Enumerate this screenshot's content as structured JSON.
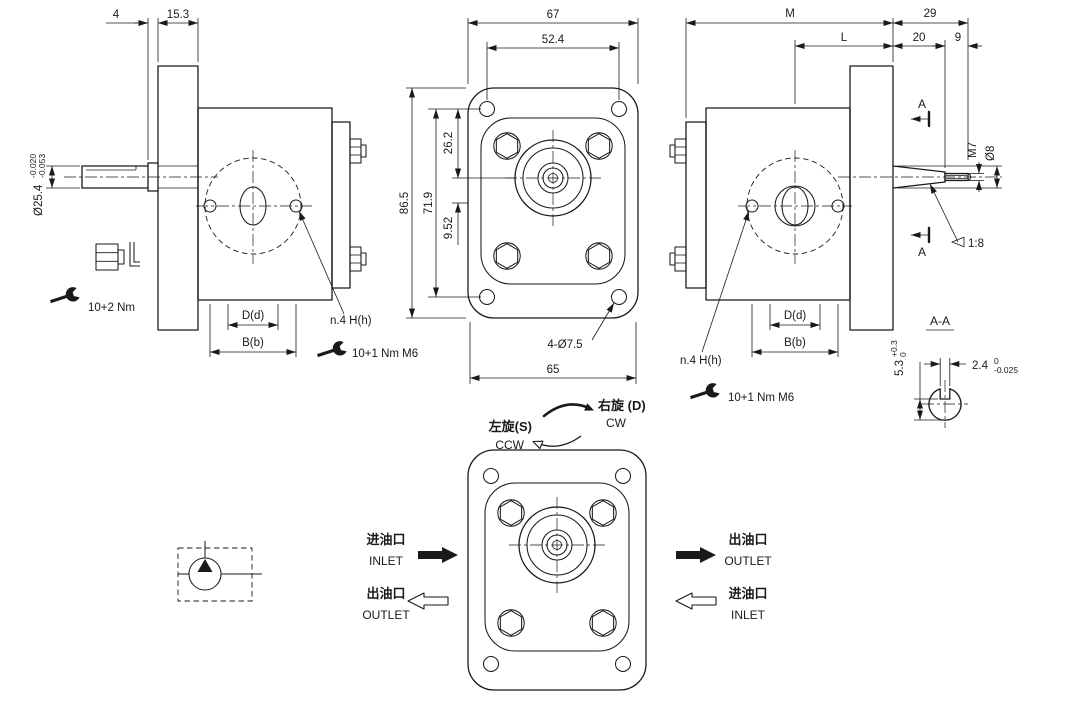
{
  "colors": {
    "ink": "#1a1a1a",
    "paper": "#ffffff"
  },
  "left_view": {
    "dim_4": "4",
    "dim_15_3": "15.3",
    "shaft_dia": "Ø25.4",
    "shaft_tol_upper": "-0.020",
    "shaft_tol_lower": "-0.053",
    "torque_note": "10+2 Nm",
    "dim_spacing_small": "D(d)",
    "dim_spacing_large": "B(b)",
    "holes_note": "n.4 H(h)",
    "screw_torque_note": "10+1 Nm M6"
  },
  "front_view": {
    "dim_width_top": "67",
    "dim_bolt_span": "52.4",
    "dim_height": "86.5",
    "dim_hole_span_v": "71.9",
    "dim_center_offset": "26.2",
    "dim_gear_offset": "9.52",
    "holes_note": "4-Ø7.5",
    "dim_width_bottom": "65"
  },
  "right_view": {
    "dim_overall": "M",
    "dim_29": "29",
    "dim_L": "L",
    "dim_20": "20",
    "dim_9": "9",
    "section_letter": "A",
    "thread_note": "M7",
    "shaft_dia": "Ø8",
    "taper_note": "1:8",
    "dim_spacing_small": "D(d)",
    "dim_spacing_large": "B(b)",
    "holes_note": "n.4 H(h)",
    "screw_torque_note": "10+1 Nm M6"
  },
  "section_aa": {
    "title": "A-A",
    "keyway_depth": "5.3",
    "keyway_depth_tol_upper": "+0.3",
    "keyway_depth_tol_lower": "0",
    "keyway_width": "2.4",
    "keyway_width_tol_upper": "0",
    "keyway_width_tol_lower": "-0.025"
  },
  "port_view": {
    "rotation_cw_cn": "右旋 (D)",
    "rotation_cw_en": "CW",
    "rotation_ccw_cn": "左旋(S)",
    "rotation_ccw_en": "CCW",
    "left_port_top_cn": "进油口",
    "left_port_top_en": "INLET",
    "left_port_bottom_cn": "出油口",
    "left_port_bottom_en": "OUTLET",
    "right_port_top_cn": "出油口",
    "right_port_top_en": "OUTLET",
    "right_port_bottom_cn": "进油口",
    "right_port_bottom_en": "INLET"
  }
}
